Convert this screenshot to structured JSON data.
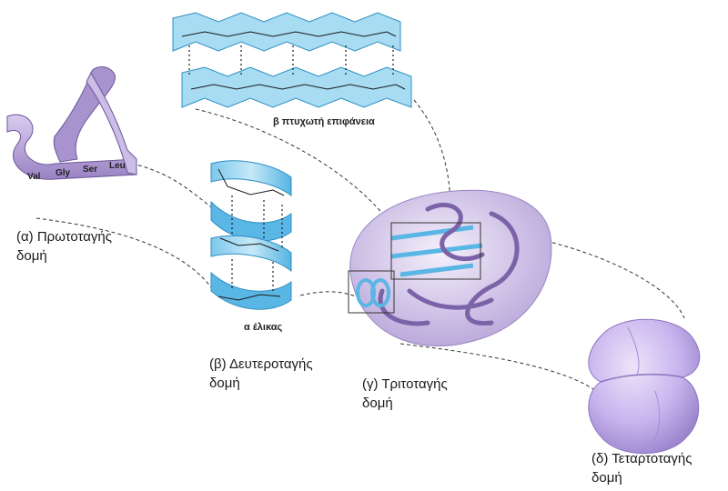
{
  "labels": {
    "primary": [
      "(α) Πρωτοταγής",
      "δομή"
    ],
    "secondary": [
      "(β) Δευτεροταγής",
      "δομή"
    ],
    "tertiary": [
      "(γ) Τριτοταγής",
      "δομή"
    ],
    "quaternary": [
      "(δ) Τεταρτοταγής",
      "δομή"
    ]
  },
  "captions": {
    "beta_sheet": "β πτυχωτή επιφάνεια",
    "alpha_helix": "α έλικας"
  },
  "amino_acids": [
    "Val",
    "Gly",
    "Ser",
    "Leu"
  ],
  "colors": {
    "ribbon": "#b5a1d6",
    "ribbon_dark": "#7c63a8",
    "sheet": "#8fd0ee",
    "sheet_dark": "#3aa6d8",
    "globule": "#c9b8e8",
    "quaternary": "#c4b0ee"
  }
}
